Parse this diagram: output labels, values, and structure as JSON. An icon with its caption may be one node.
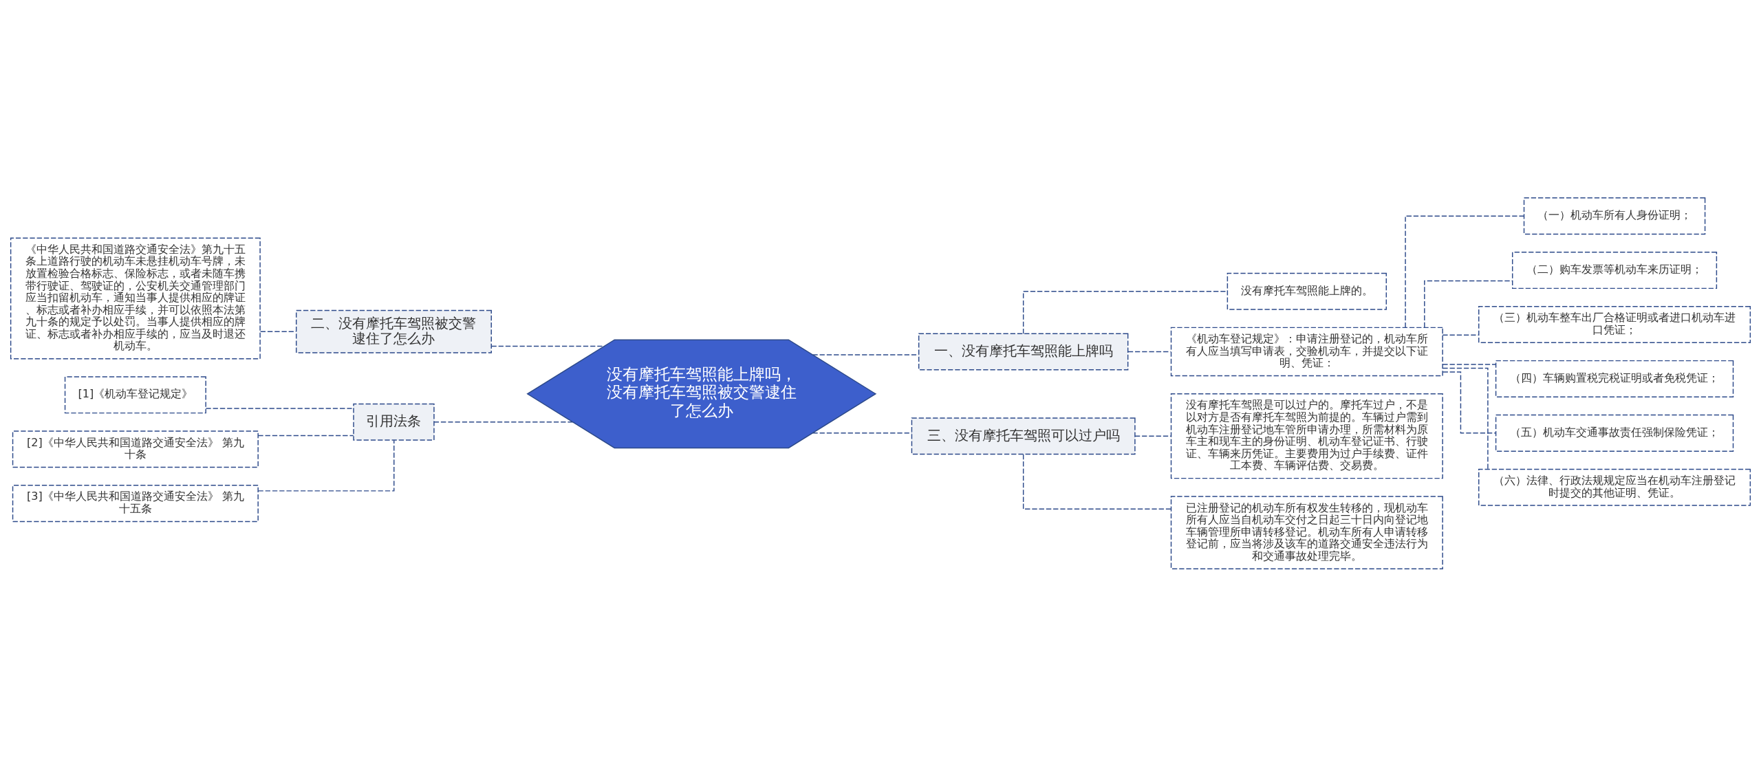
{
  "diagram": {
    "nodes": [
      {
        "text": [
          "没有摩托车驾照能上牌吗，没有摩托车驾照被交警逮住了怎么办"
        ]
      },
      {
        "text": [
          "一、没有摩托车驾照能上牌吗"
        ]
      },
      {
        "text": [
          "没有摩托车驾照能上牌的。"
        ]
      },
      {
        "text": [
          "《机动车登记规定》：申请注册登记的，机动车所有人应当填写申请表，交验机动车，并提交以下证明、凭证："
        ]
      },
      {
        "text": [
          "（一）机动车所有人身份证明；"
        ]
      },
      {
        "text": [
          "（二）购车发票等机动车来历证明；"
        ]
      },
      {
        "text": [
          "（三）机动车整车出厂合格证明或者进口机动车进口凭证；"
        ]
      },
      {
        "text": [
          "（四）车辆购置税完税证明或者免税凭证；"
        ]
      },
      {
        "text": [
          "（五）机动车交通事故责任强制保险凭证；"
        ]
      },
      {
        "text": [
          "（六）法律、行政法规规定应当在机动车注册登记时提交的其他证明、凭证。"
        ]
      },
      {
        "text": [
          "三、没有摩托车驾照可以过户吗"
        ]
      },
      {
        "text": [
          "没有摩托车驾照是可以过户的。摩托车过户，不是以对方是否有摩托车驾照为前提的。车辆过户需到机动车注册登记地车管所申请办理，所需材料为原车主和现车主的身份证明、机动车登记证书、行驶证、车辆来历凭证。主要费用为过户手续费、证件工本费、车辆评估费、交易费。"
        ]
      },
      {
        "text": [
          "已注册登记的机动车所有权发生转移的，现机动车所有人应当自机动车交付之日起三十日内向登记地车辆管理所申请转移登记。机动车所有人申请转移登记前，应当将涉及该车的道路交通安全违法行为和交通事故处理完毕。"
        ]
      },
      {
        "text": [
          "二、没有摩托车驾照被交警逮住了怎么办"
        ]
      },
      {
        "text": [
          "《中华人民共和国道路交通安全法》第九十五条上道路行驶的机动车未悬挂机动车号牌，未放置检验合格标志、保险标志，或者未随车携带行驶证、驾驶证的，公安机关交通管理部门应当扣留机动车，通知当事人提供相应的牌证、标志或者补办相应手续，并可以依照本法第九十条的规定予以处罚。当事人提供相应的牌证、标志或者补办相应手续的，应当及时退还机动车。"
        ]
      },
      {
        "text": [
          "引用法条"
        ]
      },
      {
        "text": [
          "[1]《机动车登记规定》"
        ]
      },
      {
        "text": [
          "[2]《中华人民共和国道路交通安全法》 第九十条"
        ]
      },
      {
        "text": [
          "[3]《中华人民共和国道路交通安全法》 第九十五条"
        ]
      }
    ],
    "edges": [
      {
        "from": 0,
        "to": 1,
        "arrow": "none"
      },
      {
        "from": 1,
        "to": 2,
        "arrow": "none"
      },
      {
        "from": 1,
        "to": 3,
        "arrow": "none"
      },
      {
        "from": 3,
        "to": 4,
        "arrow": "none"
      },
      {
        "from": 3,
        "to": 5,
        "arrow": "none"
      },
      {
        "from": 3,
        "to": 6,
        "arrow": "none"
      },
      {
        "from": 3,
        "to": 7,
        "arrow": "none"
      },
      {
        "from": 3,
        "to": 8,
        "arrow": "none"
      },
      {
        "from": 3,
        "to": 9,
        "arrow": "none"
      },
      {
        "from": 0,
        "to": 10,
        "arrow": "none"
      },
      {
        "from": 10,
        "to": 11,
        "arrow": "none"
      },
      {
        "from": 10,
        "to": 12,
        "arrow": "none"
      },
      {
        "from": 0,
        "to": 13,
        "arrow": "none"
      },
      {
        "from": 13,
        "to": 14,
        "arrow": "none"
      },
      {
        "from": 0,
        "to": 15,
        "arrow": "none"
      },
      {
        "from": 15,
        "to": 16,
        "arrow": "none"
      },
      {
        "from": 15,
        "to": 17,
        "arrow": "none"
      },
      {
        "from": 15,
        "to": 18,
        "arrow": "none"
      }
    ]
  }
}
